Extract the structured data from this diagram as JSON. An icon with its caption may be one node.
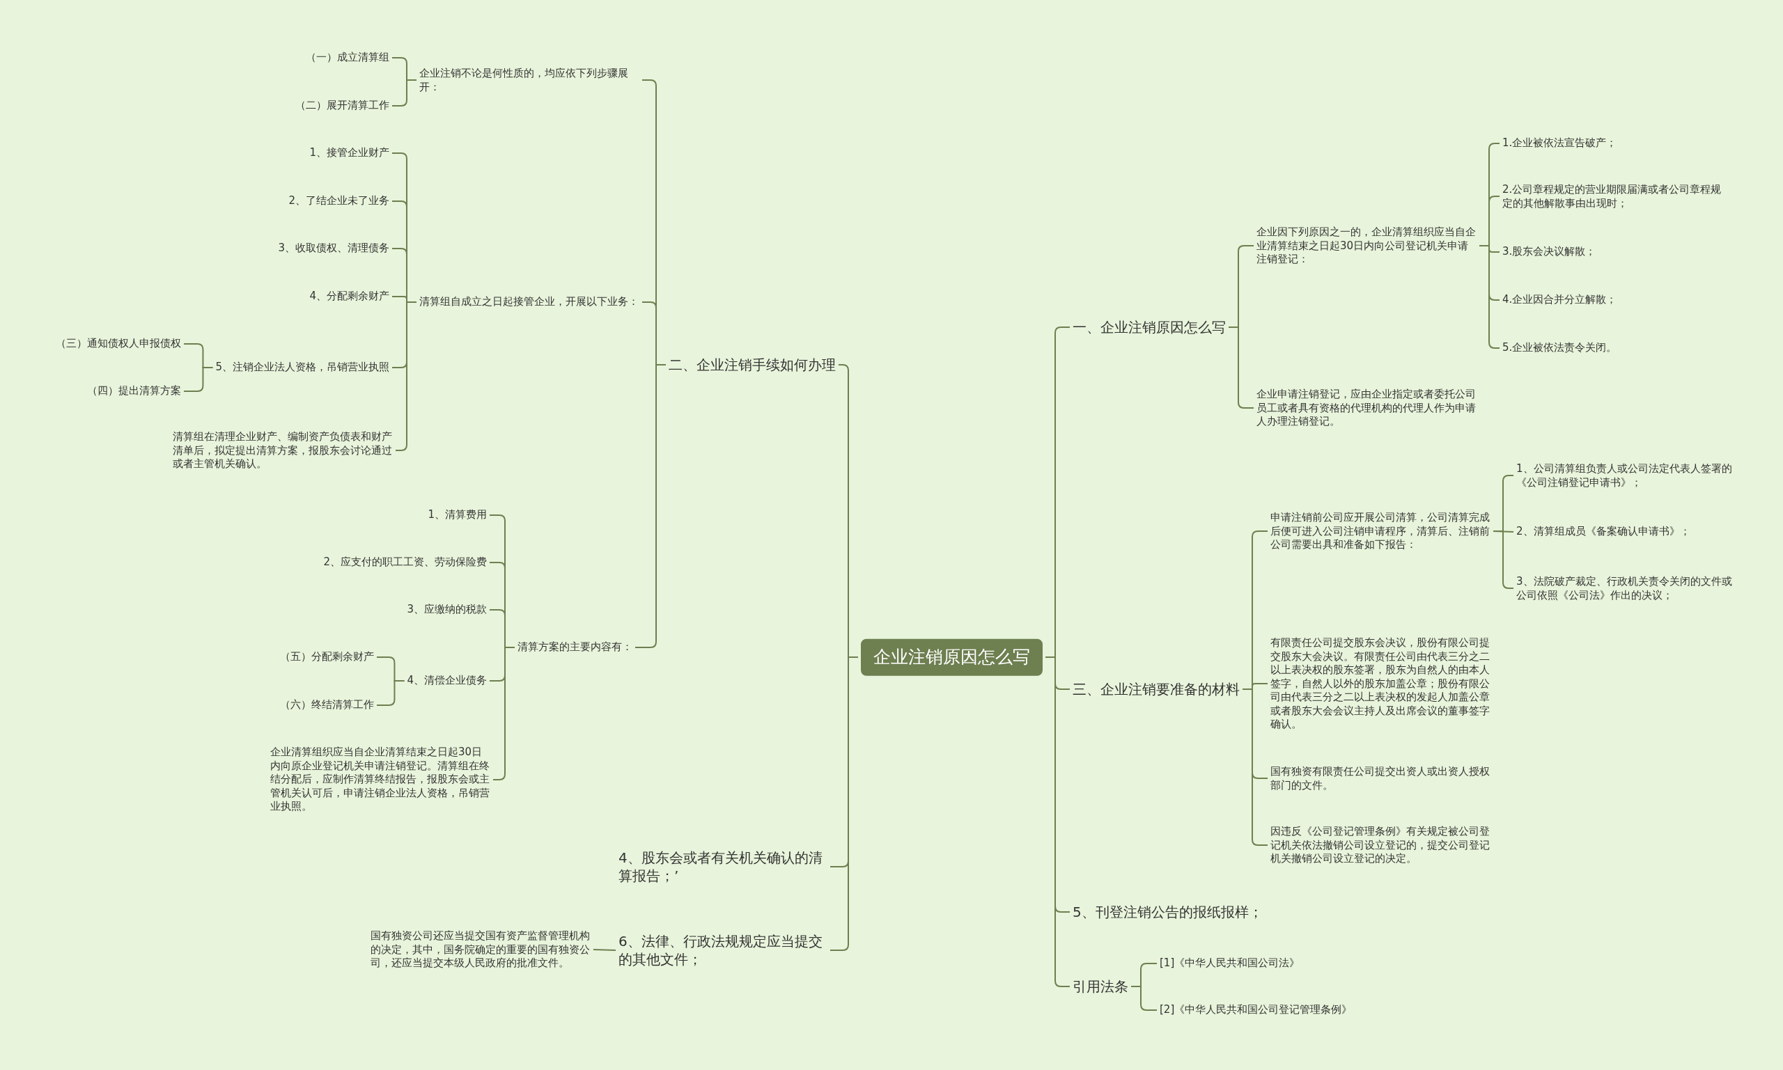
{
  "diagram": {
    "nodes": [
      {
        "text": [
          "企业注销原因怎么写"
        ]
      },
      {
        "text": [
          "二、企业注销手续如何办理"
        ]
      },
      {
        "text": [
          "企业注销不论是何性质的，均应依下列步骤展开："
        ]
      },
      {
        "text": [
          "（一）成立清算组"
        ]
      },
      {
        "text": [
          "（二）展开清算工作"
        ]
      },
      {
        "text": [
          "清算组自成立之日起接管企业，开展以下业务："
        ]
      },
      {
        "text": [
          "1、接管企业财产"
        ]
      },
      {
        "text": [
          "2、了结企业未了业务"
        ]
      },
      {
        "text": [
          "3、收取债权、清理债务"
        ]
      },
      {
        "text": [
          "4、分配剩余财产"
        ]
      },
      {
        "text": [
          "5、注销企业法人资格，吊销营业执照"
        ]
      },
      {
        "text": [
          "（三）通知债权人申报债权"
        ]
      },
      {
        "text": [
          "（四）提出清算方案"
        ]
      },
      {
        "text": [
          "清算组在清理企业财产、编制资产负债表和财产清单后，拟定提出清算方案，报股东会讨论通过或者主管机关确认。"
        ]
      },
      {
        "text": [
          "清算方案的主要内容有："
        ]
      },
      {
        "text": [
          "1、清算费用"
        ]
      },
      {
        "text": [
          "2、应支付的职工工资、劳动保险费"
        ]
      },
      {
        "text": [
          "3、应缴纳的税款"
        ]
      },
      {
        "text": [
          "4、清偿企业债务"
        ]
      },
      {
        "text": [
          "（五）分配剩余财产"
        ]
      },
      {
        "text": [
          "（六）终结清算工作"
        ]
      },
      {
        "text": [
          "企业清算组织应当自企业清算结束之日起30日内向原企业登记机关申请注销登记。清算组在终结分配后，应制作清算终结报告，报股东会或主管机关认可后，申请注销企业法人资格，吊销营业执照。"
        ]
      },
      {
        "text": [
          "4、股东会或者有关机关确认的清算报告；’"
        ]
      },
      {
        "text": [
          "6、法律、行政法规规定应当提交的其他文件；"
        ]
      },
      {
        "text": [
          "国有独资公司还应当提交国有资产监督管理机构的决定，其中，国务院确定的重要的国有独资公司，还应当提交本级人民政府的批准文件。"
        ]
      },
      {
        "text": [
          "一、企业注销原因怎么写"
        ]
      },
      {
        "text": [
          "企业因下列原因之一的，企业清算组织应当自企业清算结束之日起30日内向公司登记机关申请注销登记："
        ]
      },
      {
        "text": [
          "1.企业被依法宣告破产；"
        ]
      },
      {
        "text": [
          "2.公司章程规定的营业期限届满或者公司章程规定的其他解散事由出现时；"
        ]
      },
      {
        "text": [
          "3.股东会决议解散；"
        ]
      },
      {
        "text": [
          "4.企业因合并分立解散；"
        ]
      },
      {
        "text": [
          "5.企业被依法责令关闭。"
        ]
      },
      {
        "text": [
          "企业申请注销登记，应由企业指定或者委托公司员工或者具有资格的代理机构的代理人作为申请人办理注销登记。"
        ]
      },
      {
        "text": [
          "三、企业注销要准备的材料"
        ]
      },
      {
        "text": [
          "申请注销前公司应开展公司清算，公司清算完成后便可进入公司注销申请程序，清算后、注销前公司需要出具和准备如下报告："
        ]
      },
      {
        "text": [
          "1、公司清算组负责人或公司法定代表人签署的《公司注销登记申请书》；"
        ]
      },
      {
        "text": [
          "2、清算组成员《备案确认申请书》；"
        ]
      },
      {
        "text": [
          "3、法院破产裁定、行政机关责令关闭的文件或公司依照《公司法》作出的决议；"
        ]
      },
      {
        "text": [
          "有限责任公司提交股东会决议，股份有限公司提交股东大会决议。有限责任公司由代表三分之二以上表决权的股东签署，股东为自然人的由本人签字，自然人以外的股东加盖公章；股份有限公司由代表三分之二以上表决权的发起人加盖公章或者股东大会会议主持人及出席会议的董事签字确认。"
        ]
      },
      {
        "text": [
          "国有独资有限责任公司提交出资人或出资人授权部门的文件。"
        ]
      },
      {
        "text": [
          "因违反《公司登记管理条例》有关规定被公司登记机关依法撤销公司设立登记的，提交公司登记机关撤销公司设立登记的决定。"
        ]
      },
      {
        "text": [
          "5、刊登注销公告的报纸报样；"
        ]
      },
      {
        "text": [
          "引用法条"
        ]
      },
      {
        "text": [
          "[1]《中华人民共和国公司法》"
        ]
      },
      {
        "text": [
          "[2]《中华人民共和国公司登记管理条例》"
        ]
      }
    ],
    "edges": [
      {
        "from": 0,
        "to": 1,
        "arrow": "none"
      },
      {
        "from": 1,
        "to": 2,
        "arrow": "none"
      },
      {
        "from": 2,
        "to": 3,
        "arrow": "none"
      },
      {
        "from": 2,
        "to": 4,
        "arrow": "none"
      },
      {
        "from": 1,
        "to": 5,
        "arrow": "none"
      },
      {
        "from": 5,
        "to": 6,
        "arrow": "none"
      },
      {
        "from": 5,
        "to": 7,
        "arrow": "none"
      },
      {
        "from": 5,
        "to": 8,
        "arrow": "none"
      },
      {
        "from": 5,
        "to": 9,
        "arrow": "none"
      },
      {
        "from": 5,
        "to": 10,
        "arrow": "none"
      },
      {
        "from": 10,
        "to": 11,
        "arrow": "none"
      },
      {
        "from": 10,
        "to": 12,
        "arrow": "none"
      },
      {
        "from": 5,
        "to": 13,
        "arrow": "none"
      },
      {
        "from": 1,
        "to": 14,
        "arrow": "none"
      },
      {
        "from": 14,
        "to": 15,
        "arrow": "none"
      },
      {
        "from": 14,
        "to": 16,
        "arrow": "none"
      },
      {
        "from": 14,
        "to": 17,
        "arrow": "none"
      },
      {
        "from": 14,
        "to": 18,
        "arrow": "none"
      },
      {
        "from": 18,
        "to": 19,
        "arrow": "none"
      },
      {
        "from": 18,
        "to": 20,
        "arrow": "none"
      },
      {
        "from": 14,
        "to": 21,
        "arrow": "none"
      },
      {
        "from": 0,
        "to": 22,
        "arrow": "none"
      },
      {
        "from": 0,
        "to": 23,
        "arrow": "none"
      },
      {
        "from": 23,
        "to": 24,
        "arrow": "none"
      },
      {
        "from": 0,
        "to": 25,
        "arrow": "none"
      },
      {
        "from": 25,
        "to": 26,
        "arrow": "none"
      },
      {
        "from": 26,
        "to": 27,
        "arrow": "none"
      },
      {
        "from": 26,
        "to": 28,
        "arrow": "none"
      },
      {
        "from": 26,
        "to": 29,
        "arrow": "none"
      },
      {
        "from": 26,
        "to": 30,
        "arrow": "none"
      },
      {
        "from": 26,
        "to": 31,
        "arrow": "none"
      },
      {
        "from": 25,
        "to": 32,
        "arrow": "none"
      },
      {
        "from": 0,
        "to": 33,
        "arrow": "none"
      },
      {
        "from": 33,
        "to": 34,
        "arrow": "none"
      },
      {
        "from": 34,
        "to": 35,
        "arrow": "none"
      },
      {
        "from": 34,
        "to": 36,
        "arrow": "none"
      },
      {
        "from": 34,
        "to": 37,
        "arrow": "none"
      },
      {
        "from": 33,
        "to": 38,
        "arrow": "none"
      },
      {
        "from": 33,
        "to": 39,
        "arrow": "none"
      },
      {
        "from": 33,
        "to": 40,
        "arrow": "none"
      },
      {
        "from": 0,
        "to": 41,
        "arrow": "none"
      },
      {
        "from": 0,
        "to": 42,
        "arrow": "none"
      },
      {
        "from": 42,
        "to": 43,
        "arrow": "none"
      },
      {
        "from": 42,
        "to": 44,
        "arrow": "none"
      }
    ]
  }
}
